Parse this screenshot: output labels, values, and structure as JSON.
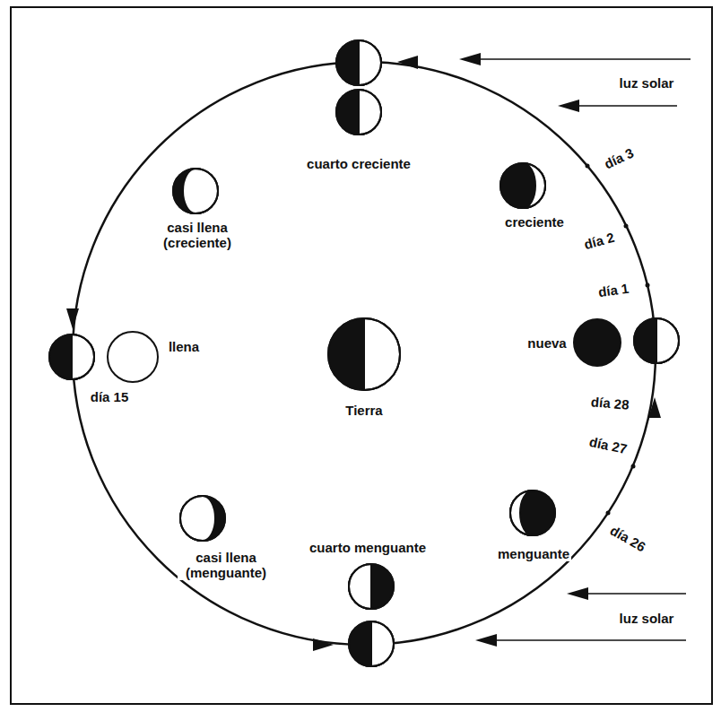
{
  "diagram": {
    "labels": [
      "luz solar",
      "día 3",
      "cuarto creciente",
      "creciente",
      "día 2",
      "casi llena (creciente)",
      "día 1",
      "nueva",
      "llena",
      "día 15",
      "Tierra",
      "día 28",
      "día 27",
      "casi llena (menguante)",
      "cuarto menguante",
      "menguante",
      "día 26",
      "luz solar"
    ]
  }
}
